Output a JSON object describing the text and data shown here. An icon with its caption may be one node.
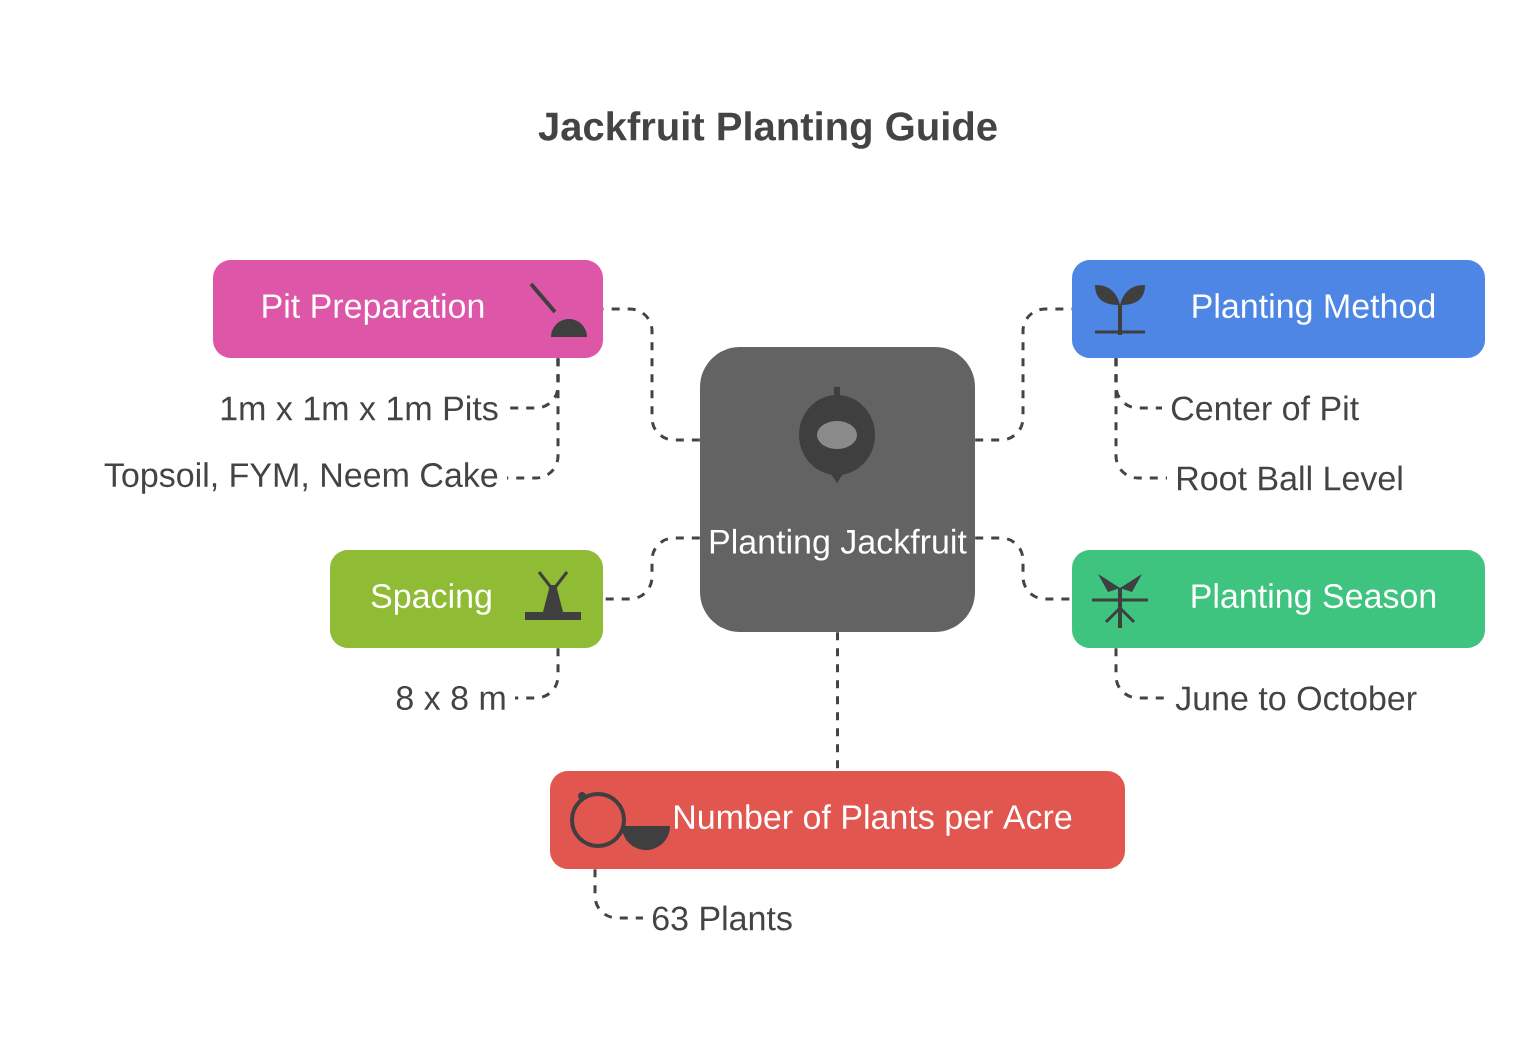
{
  "diagram": {
    "title": "Jackfruit Planting Guide",
    "nodes": [
      {
        "text": [
          "Planting Jackfruit"
        ]
      },
      {
        "text": [
          "Pit Preparation"
        ]
      },
      {
        "text": [
          "Planting Method"
        ]
      },
      {
        "text": [
          "Spacing"
        ]
      },
      {
        "text": [
          "Planting Season"
        ]
      },
      {
        "text": [
          "Number of Plants per Acre"
        ]
      },
      {
        "text": [
          "1m x 1m x 1m Pits"
        ]
      },
      {
        "text": [
          "Topsoil, FYM, Neem Cake"
        ]
      },
      {
        "text": [
          "Center of Pit"
        ]
      },
      {
        "text": [
          "Root Ball Level"
        ]
      },
      {
        "text": [
          "8 x 8 m"
        ]
      },
      {
        "text": [
          "June to October"
        ]
      },
      {
        "text": [
          "63 Plants"
        ]
      }
    ],
    "edges": [
      {
        "from": 0,
        "to": 1,
        "arrow": "none",
        "style": "dashed"
      },
      {
        "from": 0,
        "to": 2,
        "arrow": "none",
        "style": "dashed"
      },
      {
        "from": 0,
        "to": 3,
        "arrow": "none",
        "style": "dashed"
      },
      {
        "from": 0,
        "to": 4,
        "arrow": "none",
        "style": "dashed"
      },
      {
        "from": 0,
        "to": 5,
        "arrow": "none",
        "style": "dashed"
      },
      {
        "from": 1,
        "to": 6,
        "arrow": "none",
        "style": "dashed"
      },
      {
        "from": 1,
        "to": 7,
        "arrow": "none",
        "style": "dashed"
      },
      {
        "from": 2,
        "to": 8,
        "arrow": "none",
        "style": "dashed"
      },
      {
        "from": 2,
        "to": 9,
        "arrow": "none",
        "style": "dashed"
      },
      {
        "from": 3,
        "to": 10,
        "arrow": "none",
        "style": "dashed"
      },
      {
        "from": 4,
        "to": 11,
        "arrow": "none",
        "style": "dashed"
      },
      {
        "from": 5,
        "to": 12,
        "arrow": "none",
        "style": "dashed"
      }
    ]
  }
}
